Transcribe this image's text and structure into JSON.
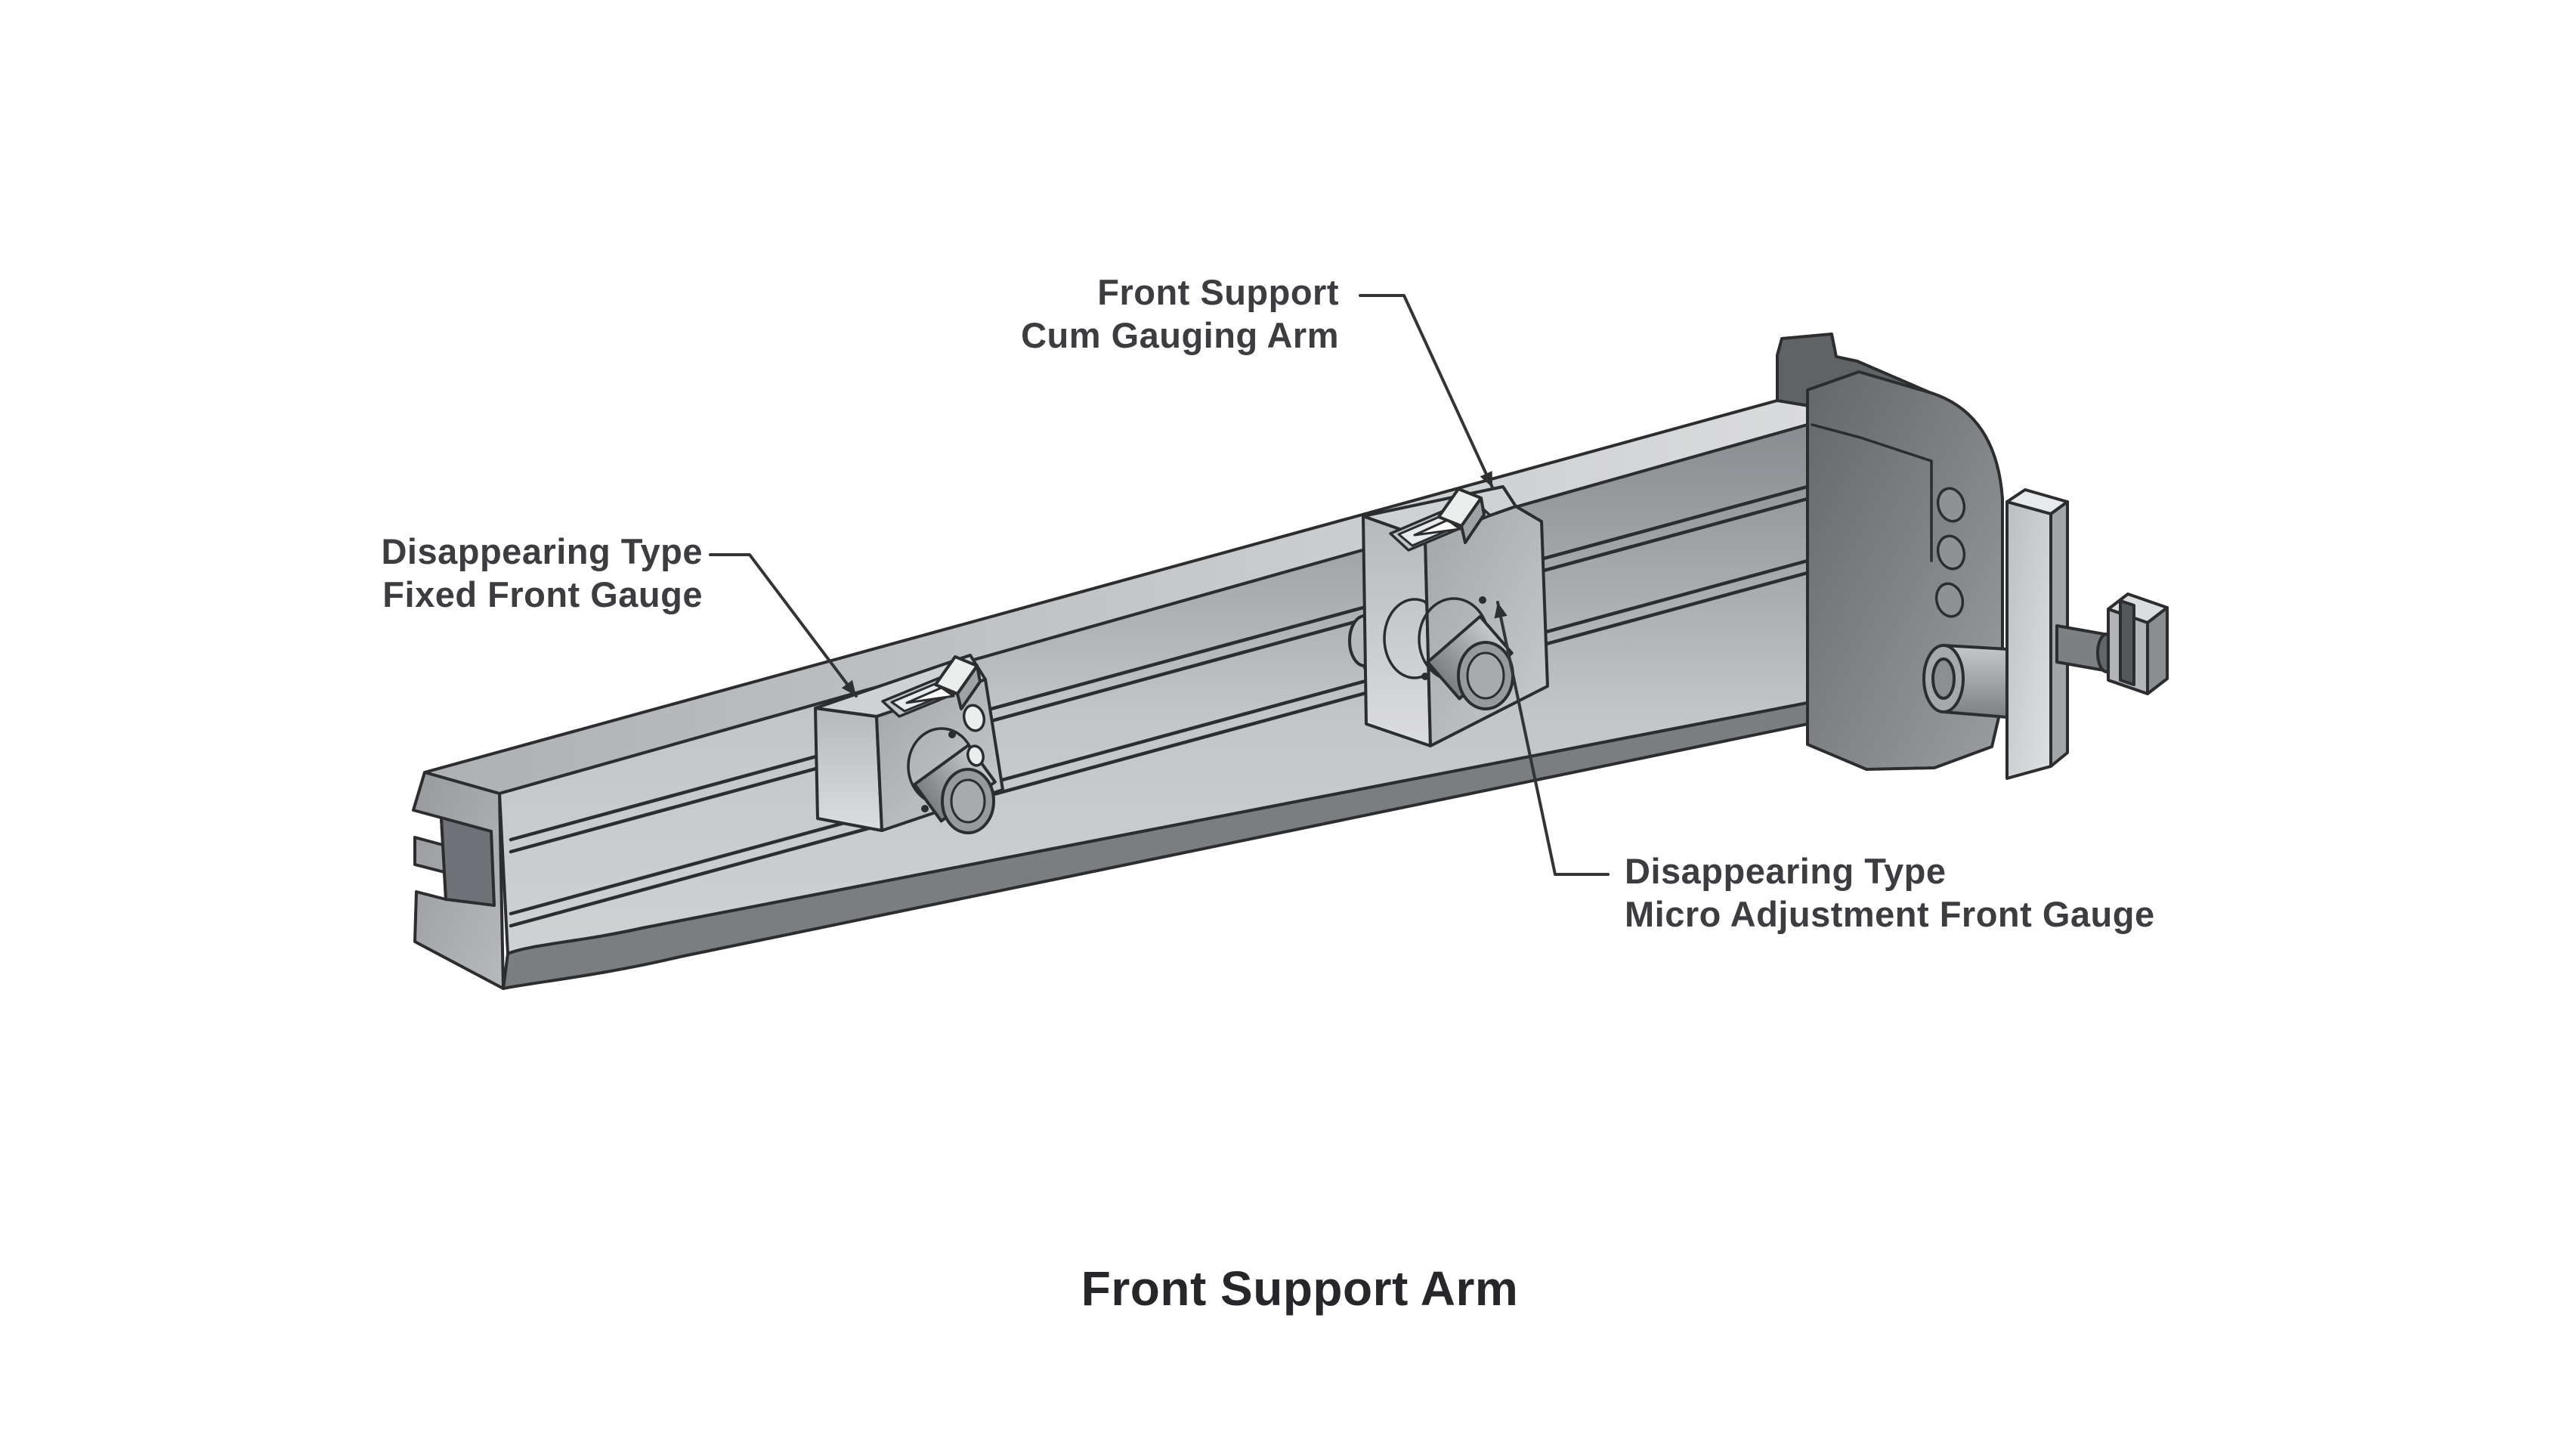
{
  "figure": {
    "caption": "Front Support Arm",
    "callouts": [
      {
        "line1": "Front Support",
        "line2": "Cum Gauging Arm"
      },
      {
        "line1": "Disappearing Type",
        "line2": "Fixed Front Gauge"
      },
      {
        "line1": "Disappearing Type",
        "line2": "Micro Adjustment Front Gauge"
      }
    ],
    "colors": {
      "outline": "#2c2d2f",
      "label_text": "#3c3d40",
      "caption_text": "#26272a",
      "metal_light": "#d6d7d8",
      "metal_mid": "#9a9da0",
      "metal_dark": "#6b6e71",
      "background": "#ffffff"
    }
  }
}
